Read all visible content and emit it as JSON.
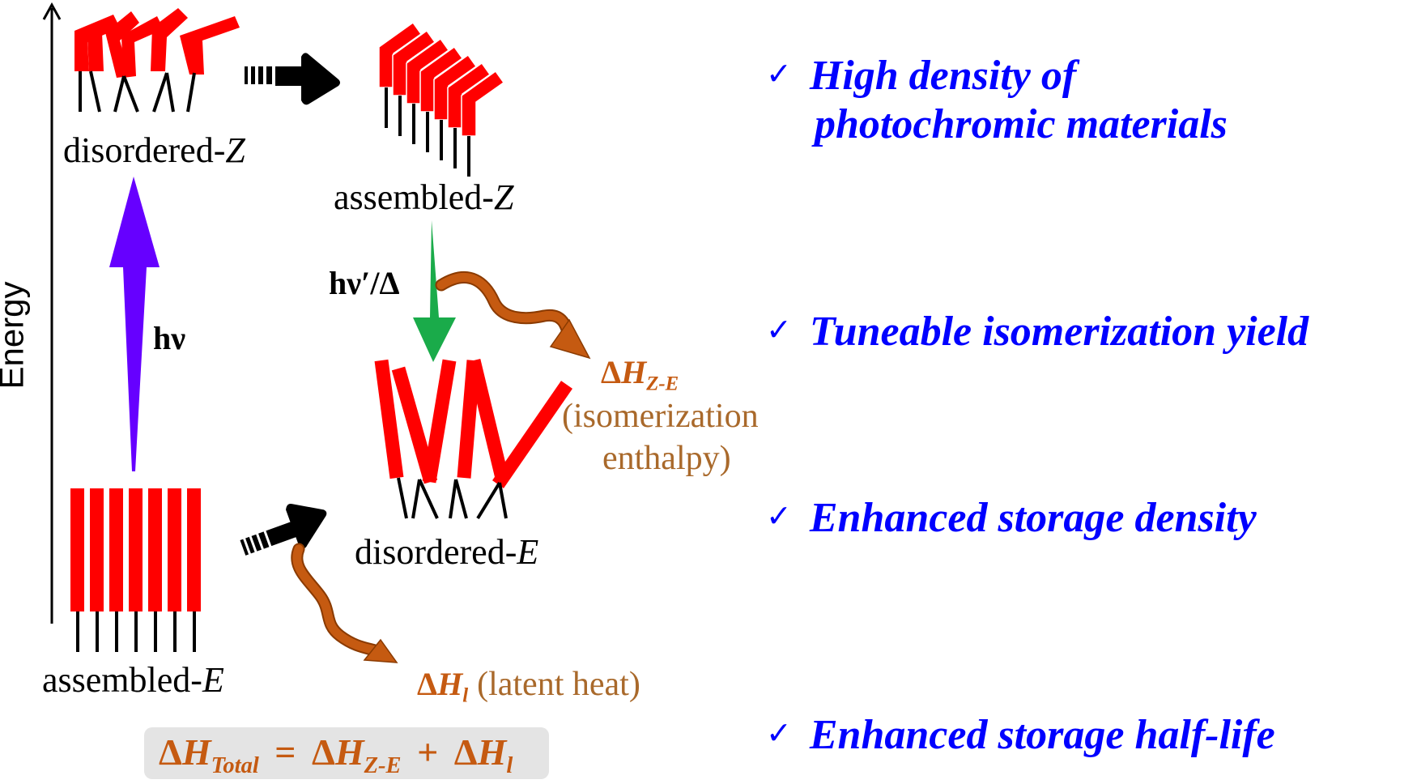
{
  "axis": {
    "label": "Energy"
  },
  "states": {
    "disordered_z": {
      "prefix": "disordered-",
      "isomer": "Z"
    },
    "assembled_z": {
      "prefix": "assembled-",
      "isomer": "Z"
    },
    "disordered_e": {
      "prefix": "disordered-",
      "isomer": "E"
    },
    "assembled_e": {
      "prefix": "assembled-",
      "isomer": "E"
    }
  },
  "transitions": {
    "photoexcitation": "hν",
    "reverse": "hν′/Δ"
  },
  "heats": {
    "isomerization": {
      "delta": "Δ",
      "symbol": "H",
      "subscript": "Z-E",
      "desc_line1": "(isomerization",
      "desc_line2": "enthalpy)"
    },
    "latent": {
      "delta": "Δ",
      "symbol": "H",
      "subscript": "l",
      "desc": "(latent heat)"
    }
  },
  "equation": {
    "lhs_delta": "Δ",
    "lhs_symbol": "H",
    "lhs_sub": "Total",
    "equals": "=",
    "t1_delta": "Δ",
    "t1_symbol": "H",
    "t1_sub": "Z-E",
    "plus": "+",
    "t2_delta": "Δ",
    "t2_symbol": "H",
    "t2_sub": "l"
  },
  "features": [
    {
      "check": "✓",
      "line1": "High density of",
      "line2": "photochromic materials"
    },
    {
      "check": "✓",
      "line1": "Tuneable isomerization yield"
    },
    {
      "check": "✓",
      "line1": "Enhanced storage density"
    },
    {
      "check": "✓",
      "line1": "Enhanced storage half-life"
    }
  ],
  "colors": {
    "molecule": "#ff0000",
    "tail": "#000000",
    "uv_arrow": "#6600ff",
    "vis_arrow": "#1aab4a",
    "heat_arrow": "#c55a11",
    "feature_text": "#0000ff",
    "heat_text": "#c55a11",
    "heat_desc": "#a9692b"
  }
}
